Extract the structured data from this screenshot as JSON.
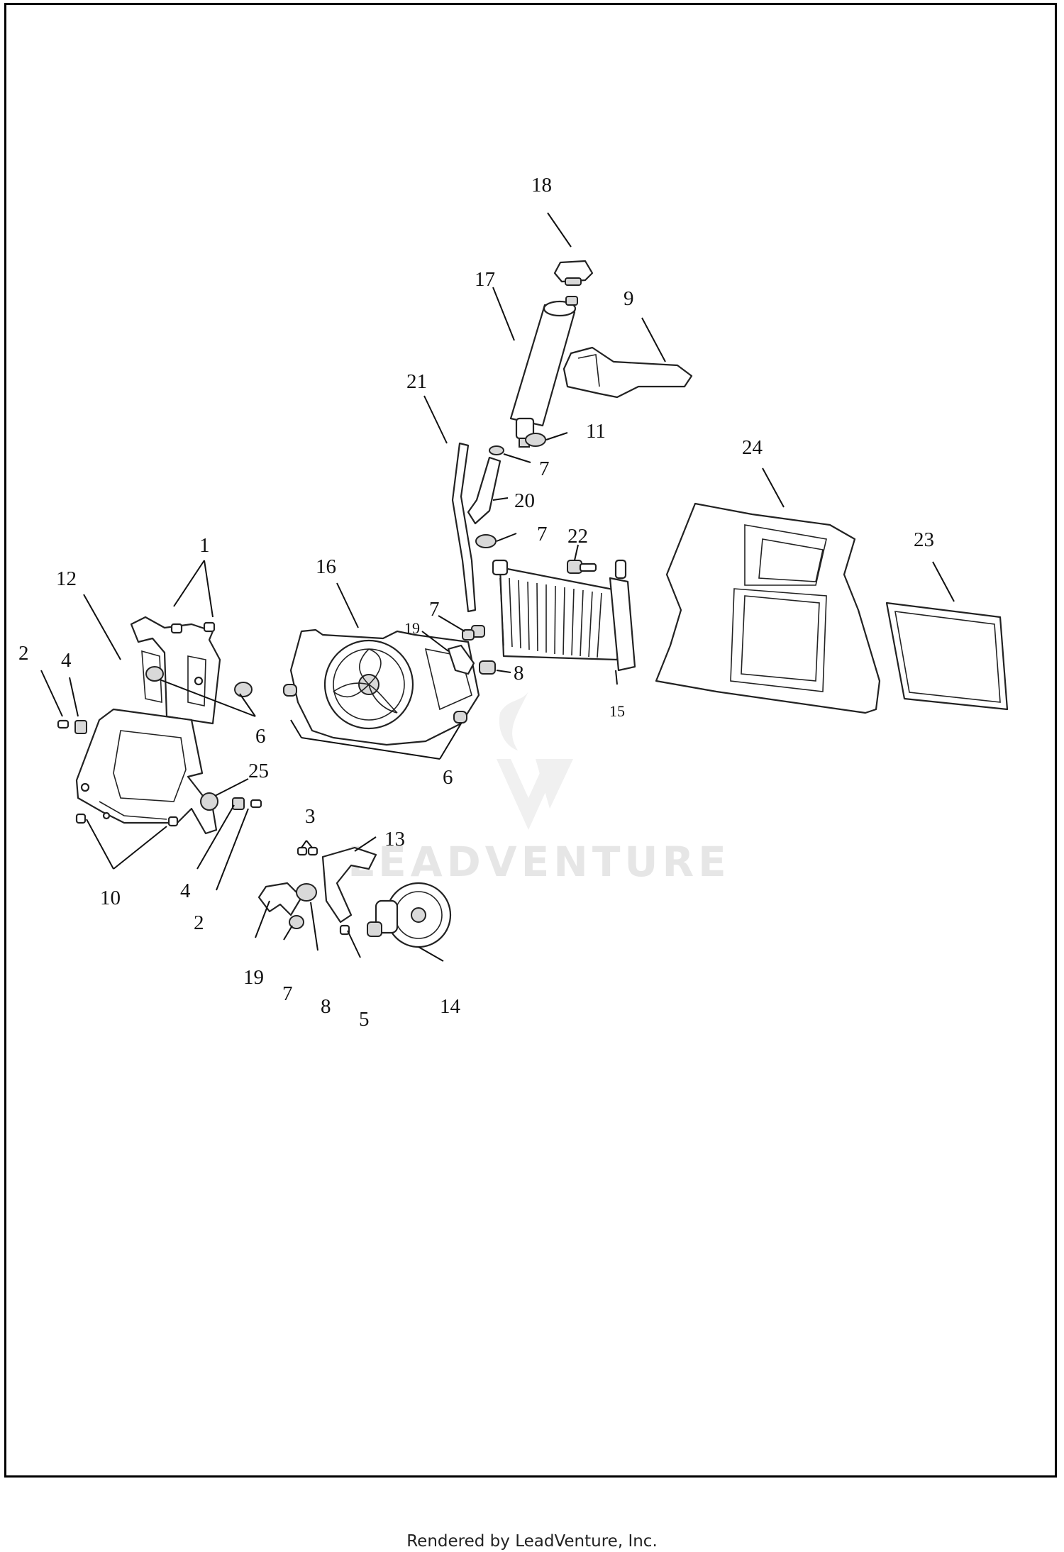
{
  "watermark": {
    "text": "LEADVENTURE",
    "color": "#e6e6e6"
  },
  "footer": {
    "text": "Rendered by LeadVenture, Inc."
  },
  "callouts": [
    "1",
    "2",
    "4",
    "12",
    "6",
    "25",
    "10",
    "4",
    "2",
    "3",
    "13",
    "19",
    "7",
    "8",
    "5",
    "14",
    "16",
    "6",
    "7",
    "19",
    "8",
    "21",
    "17",
    "18",
    "9",
    "11",
    "7",
    "20",
    "7",
    "22",
    "15",
    "24",
    "23"
  ]
}
